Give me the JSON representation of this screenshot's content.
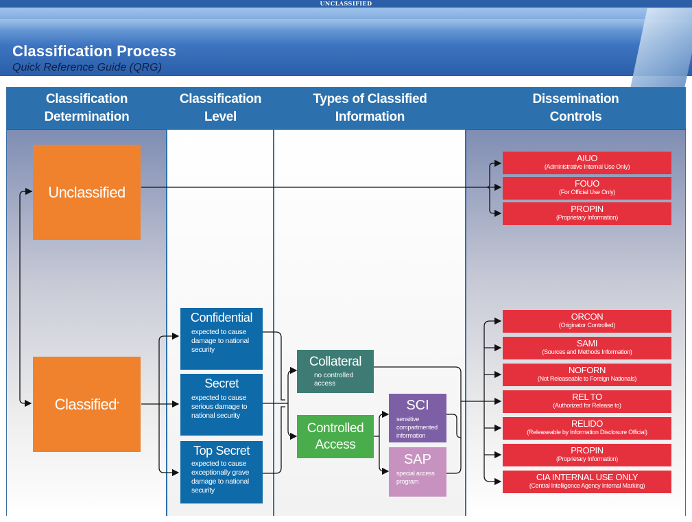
{
  "banner": {
    "marking": "UNCLASSIFIED",
    "title": "Classification Process",
    "subtitle": "Quick Reference Guide (QRG)"
  },
  "headers": {
    "col1_line1": "Classification",
    "col1_line2": "Determination",
    "col2_line1": "Classification",
    "col2_line2": "Level",
    "col3_line1": "Types of Classified",
    "col3_line2": "Information",
    "col4_line1": "Dissemination",
    "col4_line2": "Controls"
  },
  "determination": {
    "unclassified": "Unclassified",
    "classified": "Classified",
    "classified_mark": "*"
  },
  "levels": [
    {
      "title": "Confidential",
      "desc1": "expected to cause",
      "desc2": "damage to national",
      "desc3": "security",
      "desc4": ""
    },
    {
      "title": "Secret",
      "desc1": "expected to cause",
      "desc2": "serious damage to",
      "desc3": "national security",
      "desc4": ""
    },
    {
      "title": "Top Secret",
      "desc1": "expected to cause",
      "desc2": "exceptionally grave",
      "desc3": "damage to national",
      "desc4": "security"
    }
  ],
  "types": {
    "collateral": {
      "title": "Collateral",
      "desc1": "no controlled",
      "desc2": "access"
    },
    "controlled": {
      "title1": "Controlled",
      "title2": "Access"
    },
    "sci": {
      "title": "SCI",
      "desc1": "sensitive",
      "desc2": "compartmented",
      "desc3": "information"
    },
    "sap": {
      "title": "SAP",
      "desc1": "special access",
      "desc2": "program"
    }
  },
  "controls_unclassified": [
    {
      "title": "AIUO",
      "desc": "(Administrative Internal Use Only)"
    },
    {
      "title": "FOUO",
      "desc": "(For Official Use Only)"
    },
    {
      "title": "PROPIN",
      "desc": "(Proprietary Information)"
    }
  ],
  "controls_classified": [
    {
      "title": "ORCON",
      "desc": "(Originator Controlled)"
    },
    {
      "title": "SAMI",
      "desc": "(Sources and Methods Information)"
    },
    {
      "title": "NOFORN",
      "desc": "(Not Releaseable to Foreign Nationals)"
    },
    {
      "title": "REL TO",
      "desc": "(Authorized for Release to)"
    },
    {
      "title": "RELIDO",
      "desc": "(Releaseable by Information Disclosure Official)"
    },
    {
      "title": "PROPIN",
      "desc": "(Proprietary Information)"
    },
    {
      "title": "CIA INTERNAL USE ONLY",
      "desc": "(Central Intelligence Agency Internal Marking)"
    }
  ],
  "colors": {
    "header_blue": "#2c71ad",
    "orange": "#f0822e",
    "level_blue": "#0f6aa9",
    "collateral_teal": "#3e7b75",
    "controlled_green": "#4aad4b",
    "sci_purple": "#7d5fa6",
    "sap_pink": "#c892c0",
    "control_red": "#e5313e"
  }
}
